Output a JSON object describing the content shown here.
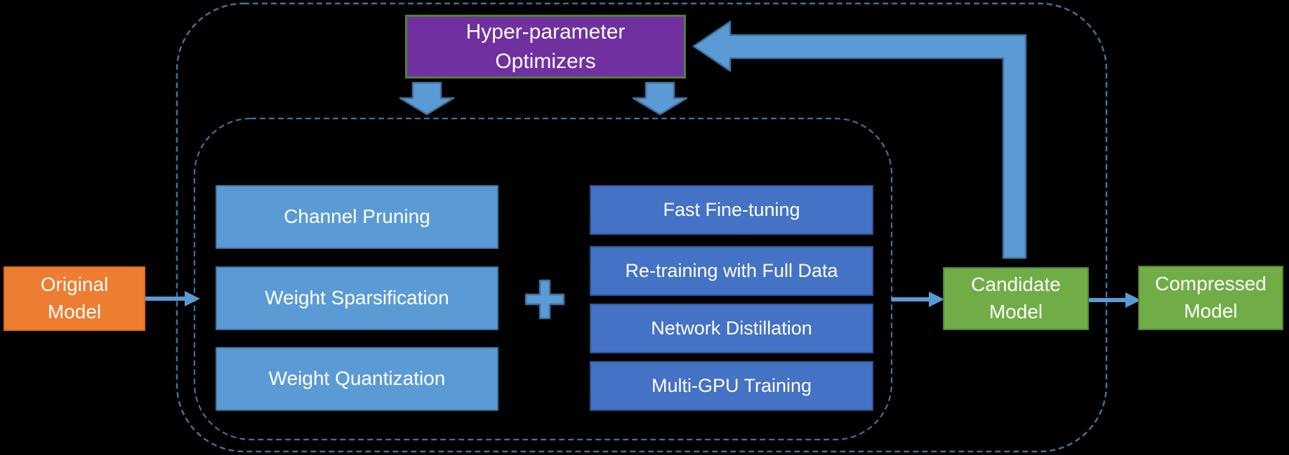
{
  "diagram": {
    "nodes": {
      "original_model": {
        "label": "Original\nModel"
      },
      "hyperparameter_optimizers": {
        "label": "Hyper-parameter\nOptimizers"
      },
      "candidate_model": {
        "label": "Candidate\nModel"
      },
      "compressed_model": {
        "label": "Compressed\nModel"
      }
    },
    "compression_methods": [
      "Channel Pruning",
      "Weight Sparsification",
      "Weight Quantization"
    ],
    "training_methods": [
      "Fast Fine-tuning",
      "Re-training with Full Data",
      "Network Distillation",
      "Multi-GPU Training"
    ],
    "combiner_symbol": "+",
    "colors": {
      "background": "#000000",
      "text": "#FFFFFF",
      "orange": "#ED7D31",
      "orange_border": "#DC6B1B",
      "light_blue": "#5B9BD5",
      "light_blue_border": "#41719C",
      "dark_blue": "#4472C4",
      "dark_blue_border": "#2F5597",
      "green": "#70AD47",
      "green_border": "#507E32",
      "purple": "#7030A0",
      "purple_border": "#538135",
      "arrow_fill": "#5B9BD5",
      "arrow_border": "#41719C",
      "dashed_border": "#3F729F"
    }
  }
}
